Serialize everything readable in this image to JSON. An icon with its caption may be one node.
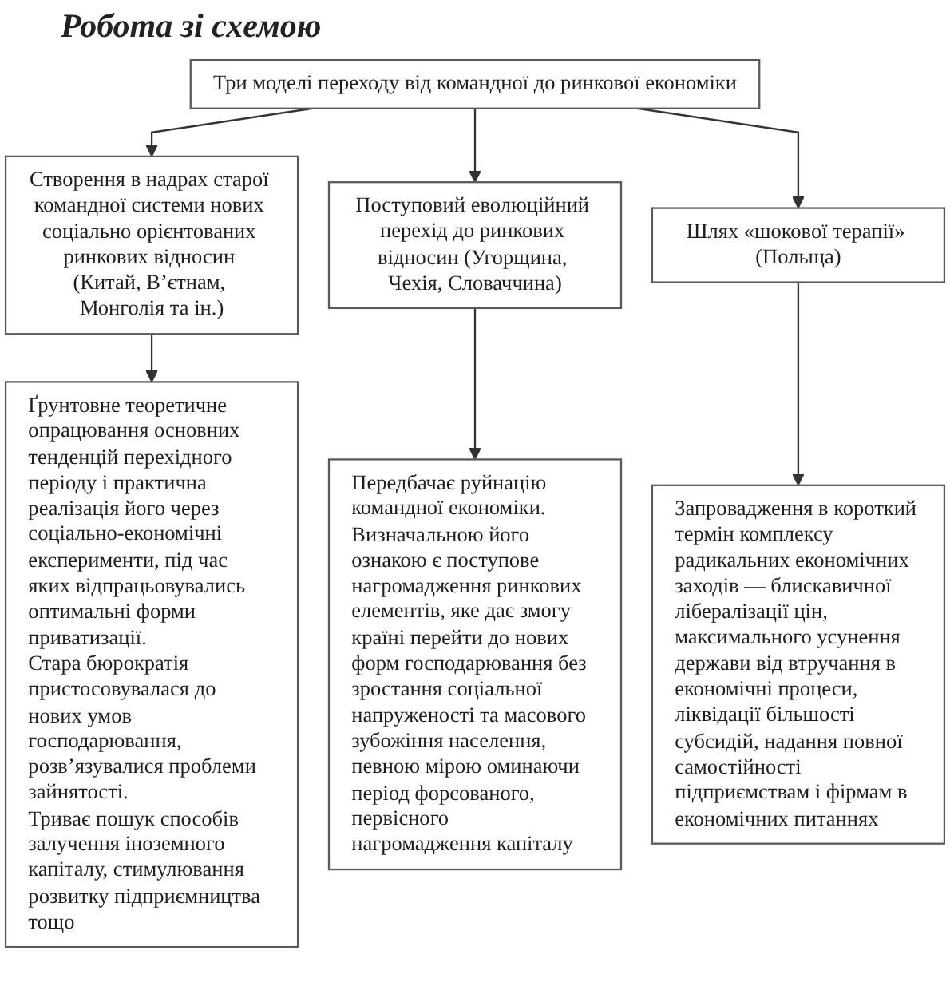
{
  "diagram": {
    "title": "Робота зі схемою",
    "nodes": [
      {
        "text": [
          "Три моделі переходу від командної до ринкової економіки"
        ]
      },
      {
        "text": [
          "Створення в надрах старої командної системи нових соціально орієнтованих ринкових відносин (Китай, В’єтнам, Монголія та ін.)"
        ]
      },
      {
        "text": [
          "Поступовий еволюційний перехід до ринкових відносин (Угорщина, Чехія, Словаччина)"
        ]
      },
      {
        "text": [
          "Шлях «шокової терапії» (Польща)"
        ]
      },
      {
        "text": [
          "Ґрунтовне теоретичне опрацювання основних тенденцій перехідного періоду і практична реалізація його через соціально-економічні експерименти, під час яких відпрацьовувались оптимальні форми приватизації.",
          "Стара бюрократія пристосовувалася до нових умов господарювання, розв’язувалися проблеми зайнятості.",
          "Триває пошук способів залучення іноземного капіталу, стимулювання розвитку підприємництва тощо"
        ]
      },
      {
        "text": [
          "Передбачає руйнацію командної економіки.",
          "Визначальною його ознакою є поступове нагромадження ринкових елементів, яке дає змогу країні перейти до нових форм господарювання без зростання соціальної напруженості та масового зубожіння населення, певною мірою оминаючи період форсованого, первісного нагромадження капіталу"
        ]
      },
      {
        "text": [
          "Запровадження в короткий термін комплексу радикальних економічних заходів — блискавичної лібералізації цін, максимального усунення держави від втручання в економічні процеси, ліквідації більшості субсидій, надання повної самостійності підприємствам і фірмам в економічних питаннях"
        ]
      }
    ],
    "edges": [
      {
        "from": 0,
        "to": 1,
        "arrow": "to"
      },
      {
        "from": 0,
        "to": 2,
        "arrow": "to"
      },
      {
        "from": 0,
        "to": 3,
        "arrow": "to"
      },
      {
        "from": 1,
        "to": 4,
        "arrow": "to"
      },
      {
        "from": 2,
        "to": 5,
        "arrow": "to"
      },
      {
        "from": 3,
        "to": 6,
        "arrow": "to"
      }
    ]
  }
}
